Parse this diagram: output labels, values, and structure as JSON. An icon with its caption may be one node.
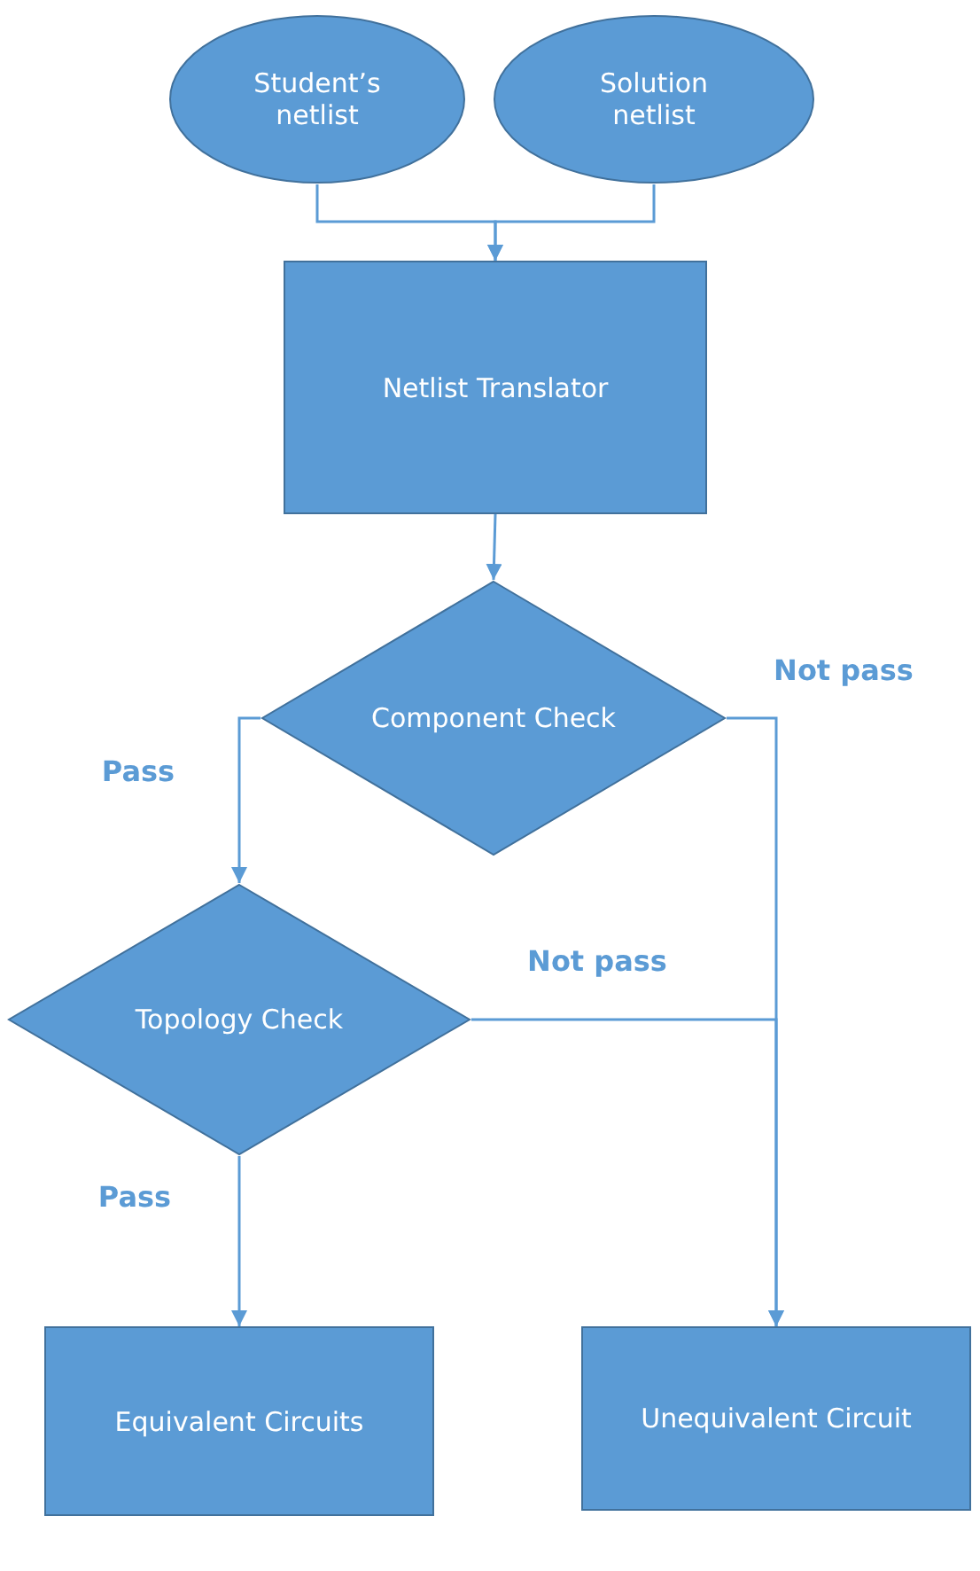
{
  "diagram": {
    "nodes": [
      {
        "text": [
          "Student’s netlist"
        ]
      },
      {
        "text": [
          "Solution netlist"
        ]
      },
      {
        "text": [
          "Netlist Translator"
        ]
      },
      {
        "text": [
          "Component Check"
        ]
      },
      {
        "text": [
          "Topology Check"
        ]
      },
      {
        "text": [
          "Equivalent Circuits"
        ]
      },
      {
        "text": [
          "Unequivalent Circuit"
        ]
      }
    ],
    "edges": [
      {
        "from": 0,
        "to": 2,
        "arrow": "to"
      },
      {
        "from": 1,
        "to": 2,
        "arrow": "to"
      },
      {
        "from": 2,
        "to": 3,
        "arrow": "to"
      },
      {
        "from": 3,
        "to": 4,
        "arrow": "to",
        "label": "Pass"
      },
      {
        "from": 3,
        "to": 6,
        "arrow": "to",
        "label": "Not pass"
      },
      {
        "from": 4,
        "to": 6,
        "arrow": "to",
        "label": "Not pass"
      },
      {
        "from": 4,
        "to": 5,
        "arrow": "to",
        "label": "Pass"
      }
    ]
  }
}
